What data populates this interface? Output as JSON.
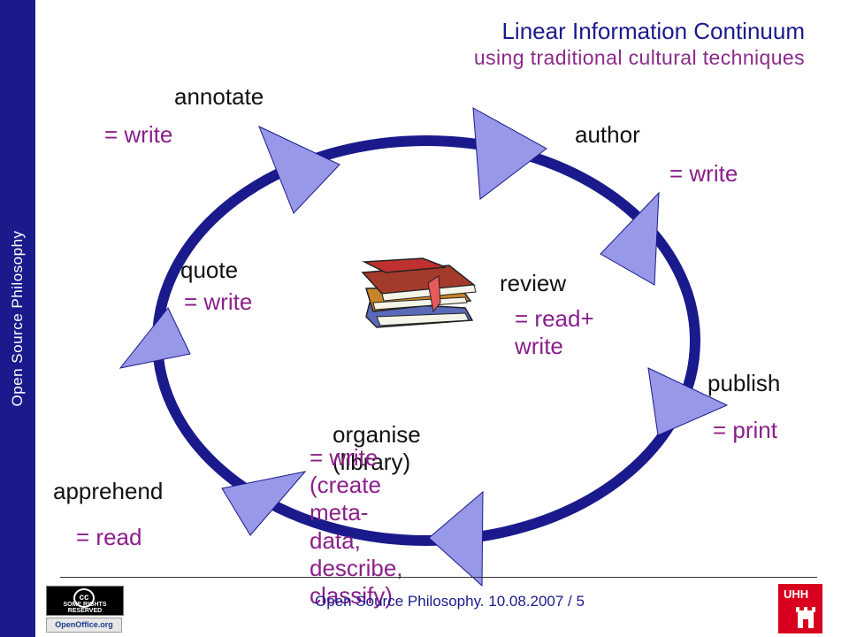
{
  "sidebar": {
    "text": "Open Source Philosophy"
  },
  "title": {
    "line1": "Linear Information Continuum",
    "line2": "using traditional cultural techniques"
  },
  "stages": {
    "annotate": {
      "label": "annotate",
      "action": "= write"
    },
    "author": {
      "label": "author",
      "action": "= write"
    },
    "quote": {
      "label": "quote",
      "action": "= write"
    },
    "review": {
      "label": "review",
      "action": "= read+ write"
    },
    "publish": {
      "label": "publish",
      "action": "= print"
    },
    "organise": {
      "label": "organise (library)",
      "action": "= write (create meta-data, describe, classify)"
    },
    "apprehend": {
      "label": "apprehend",
      "action": "= read"
    }
  },
  "footer": {
    "text": "Open Source Philosophy. 10.08.2007 / 5"
  },
  "logos": {
    "cc_badge": "SOME RIGHTS RESERVED",
    "cc_mark": "cc",
    "openoffice": "OpenOffice.org",
    "uhh": "UHH"
  },
  "colors": {
    "sidebar": "#1a1a8c",
    "cycle": "#1a1a8c",
    "arrow_fill": "#9898e8",
    "action_text": "#8a1f8a"
  },
  "icons": {
    "center": "books-icon",
    "arrows": "triangle-arrow-icon"
  }
}
